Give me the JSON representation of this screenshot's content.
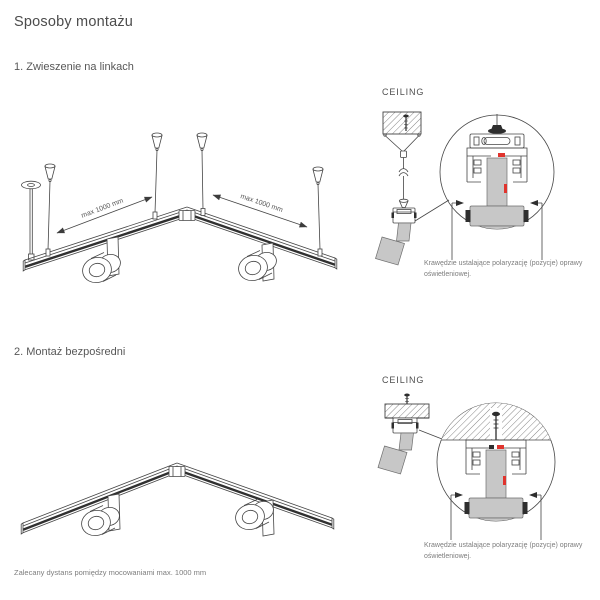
{
  "page": {
    "title": "Sposoby montażu"
  },
  "colors": {
    "line": "#454545",
    "gray_fill": "#c7c7c7",
    "red_accent": "#e0342e",
    "heading_text": "#4c4c4c",
    "caption_text": "#7d7d7d"
  },
  "sections": [
    {
      "heading": "1. Zwieszenie na linkach",
      "diagram": {
        "dimension_left": "max 1000 mm",
        "dimension_right": "max 1000 mm"
      },
      "detail": {
        "ceiling_label": "CEILING",
        "caption": "Krawędzie ustalające polaryzację (pozycje) oprawy oświetleniowej."
      }
    },
    {
      "heading": "2. Montaż bezpośredni",
      "detail": {
        "ceiling_label": "CEILING",
        "caption": "Krawędzie ustalające polaryzację (pozycje) oprawy oświetleniowej."
      },
      "footnote": "Zalecany dystans pomiędzy mocowaniami max. 1000 mm"
    }
  ]
}
